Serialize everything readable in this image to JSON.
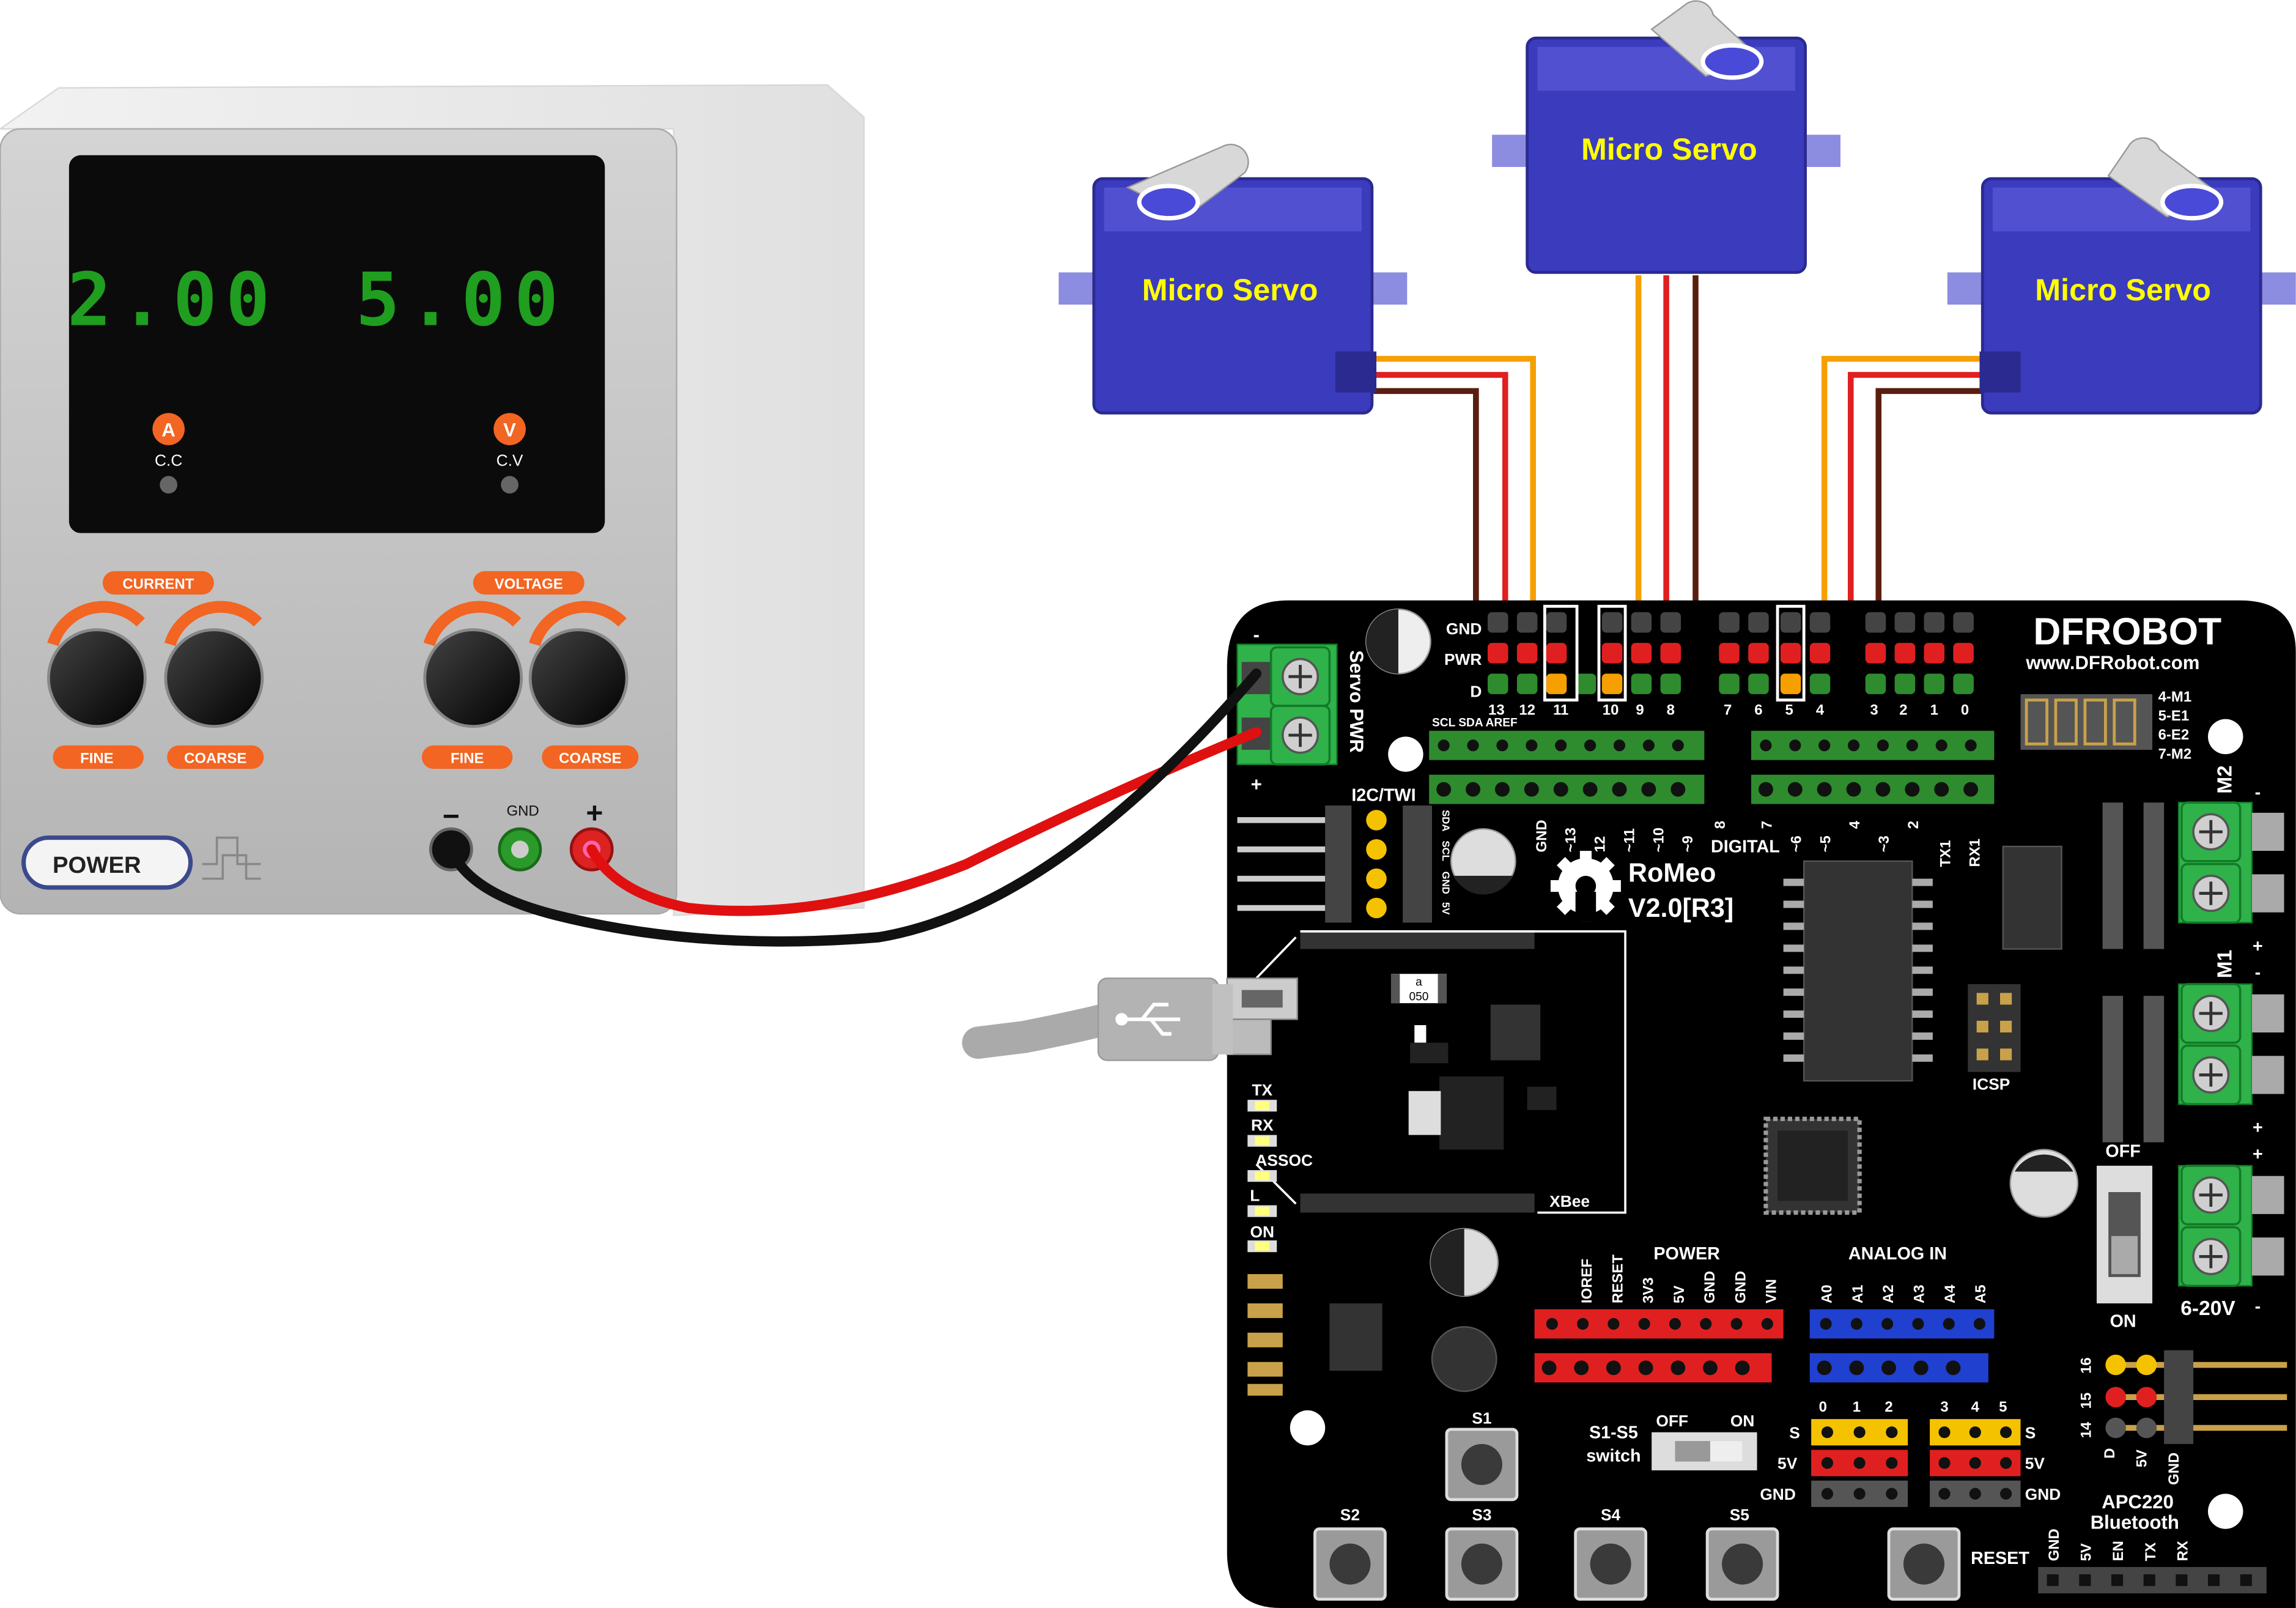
{
  "psu": {
    "current_display": "2.00",
    "voltage_display": "5.00",
    "current_unit": "A",
    "voltage_unit": "V",
    "cc_label": "C.C",
    "cv_label": "C.V",
    "current_label": "CURRENT",
    "voltage_label": "VOLTAGE",
    "fine_label": "FINE",
    "coarse_label": "COARSE",
    "power_label": "POWER",
    "minus_label": "−",
    "gnd_label": "GND",
    "plus_label": "+"
  },
  "servos": {
    "left_label": "Micro Servo",
    "center_label": "Micro Servo",
    "right_label": "Micro Servo"
  },
  "board": {
    "brand": "DFROBOT",
    "url": "www.DFRobot.com",
    "model_line1": "RoMeo",
    "model_line2": "V2.0[R3]",
    "servo_pwr": "Servo PWR",
    "minus": "-",
    "plus": "+",
    "gnd_row": "GND",
    "pwr_row": "PWR",
    "d_row": "D",
    "pins_a": [
      "13",
      "12",
      "11",
      "10",
      "9",
      "8"
    ],
    "pins_b": [
      "7",
      "6",
      "5",
      "4"
    ],
    "pins_c": [
      "3",
      "2",
      "1",
      "0"
    ],
    "scl_sda_aref": "SCL SDA AREF",
    "i2c": "I2C/TWI",
    "digital": "DIGITAL",
    "header_labels": [
      "GND",
      "~13",
      "12",
      "~11",
      "~10",
      "~9",
      "8",
      "7",
      "~6",
      "~5",
      "4",
      "~3",
      "2",
      "TX1",
      "RX1"
    ],
    "i2c_side": [
      "SDA",
      "SCL",
      "GND",
      "5V"
    ],
    "motor_map": [
      "4-M1",
      "5-E1",
      "6-E2",
      "7-M2"
    ],
    "m2": "M2",
    "m1": "M1",
    "off": "OFF",
    "on": "ON",
    "voltage_range": "6-20V",
    "icsp": "ICSP",
    "xbee": "XBee",
    "leds": [
      "TX",
      "RX",
      "ASSOC",
      "L",
      "ON"
    ],
    "power_header": "POWER",
    "power_pins": [
      "IOREF",
      "RESET",
      "3V3",
      "5V",
      "GND",
      "GND",
      "VIN"
    ],
    "analog_header": "ANALOG IN",
    "analog_pins": [
      "A0",
      "A1",
      "A2",
      "A3",
      "A4",
      "A5"
    ],
    "switch_label_1": "S1-S5",
    "switch_label_2": "switch",
    "switch_off": "OFF",
    "switch_on": "ON",
    "analog_nums_left": [
      "0",
      "1",
      "2"
    ],
    "analog_nums_right": [
      "3",
      "4",
      "5"
    ],
    "row_s": "S",
    "row_5v": "5V",
    "row_gnd": "GND",
    "buttons": [
      "S1",
      "S2",
      "S3",
      "S4",
      "S5",
      "RESET"
    ],
    "apc_line1": "APC220",
    "apc_line2": "Bluetooth",
    "apc_pins": [
      "GND",
      "5V",
      "EN",
      "TX",
      "RX"
    ],
    "right_header_nums": [
      "16",
      "15",
      "14"
    ],
    "right_header_labels": [
      "D",
      "5V",
      "GND"
    ],
    "chip_label_a": "a",
    "chip_label_b": "050"
  },
  "colors": {
    "board": "#000000",
    "servo_body": "#3b3bbd",
    "servo_text": "#ffff00",
    "wire_orange": "#f5a000",
    "wire_red": "#e02020",
    "wire_brown": "#5a1e10",
    "display_green": "#1f9e1f",
    "accent_orange": "#f26522",
    "header_green": "#2e8b2e"
  }
}
